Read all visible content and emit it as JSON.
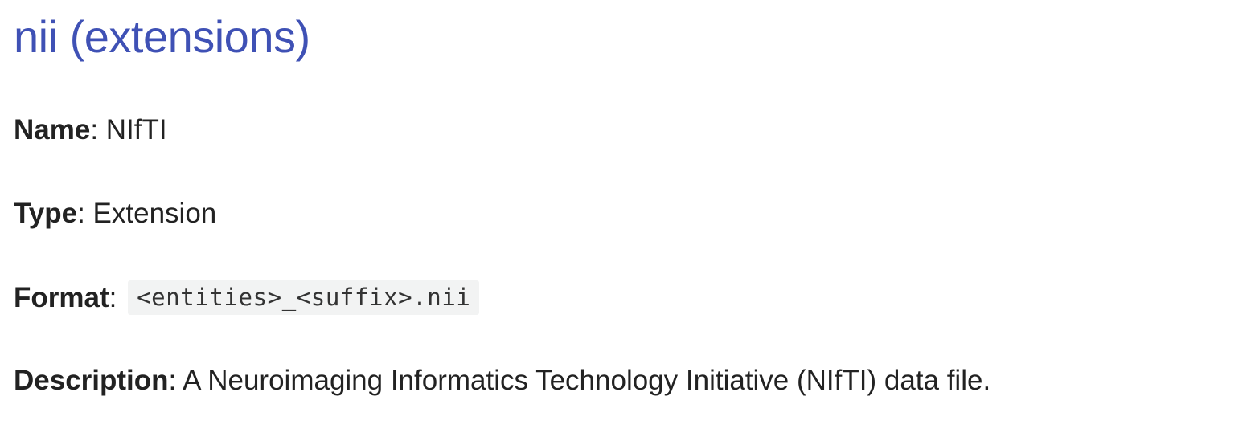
{
  "title": "nii (extensions)",
  "fields": {
    "name": {
      "key": "Name",
      "sep": ": ",
      "value": "NIfTI"
    },
    "type": {
      "key": "Type",
      "sep": ": ",
      "value": "Extension"
    },
    "format": {
      "key": "Format",
      "sep": ":",
      "value": "<entities>_<suffix>.nii"
    },
    "description": {
      "key": "Description",
      "sep": ": ",
      "value": "A Neuroimaging Informatics Technology Initiative (NIfTI) data file."
    }
  },
  "colors": {
    "title": "#3f51b5",
    "text": "#222222",
    "code_background": "#f2f3f3"
  }
}
